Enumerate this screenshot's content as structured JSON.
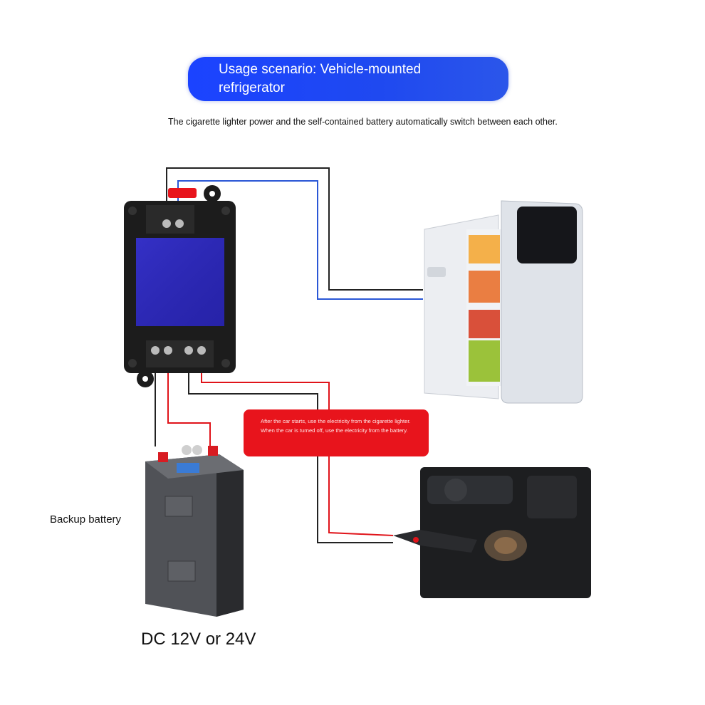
{
  "header": {
    "banner_title": "Usage scenario: Vehicle-mounted refrigerator",
    "subtitle": "The cigarette lighter power and the self-contained battery automatically switch between each other."
  },
  "callout": {
    "text": "After the car starts, use the electricity from the cigarette lighter. When the car is turned off, use the electricity from the battery.",
    "color": "#e8141c"
  },
  "labels": {
    "backup_battery": "Backup battery",
    "voltage": "DC 12V or 24V"
  },
  "icons": {
    "controller": "switch-module-icon",
    "fridge": "mini-fridge-icon",
    "battery": "battery-pack-icon",
    "lighter": "cigarette-lighter-plug-icon"
  },
  "colors": {
    "banner": "#1b43ff",
    "wire_black": "#222222",
    "wire_red": "#e0141a",
    "wire_blue": "#2a57d6"
  }
}
